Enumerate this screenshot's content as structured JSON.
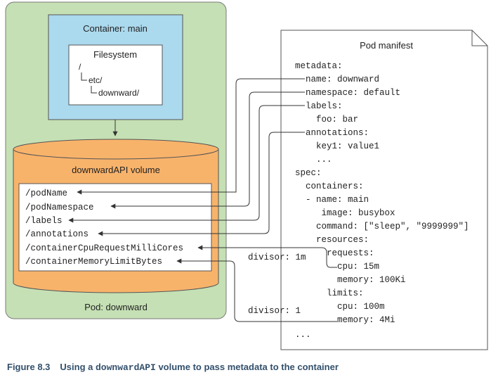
{
  "pod": {
    "label": "Pod: downward"
  },
  "container": {
    "label": "Container: main"
  },
  "filesystem": {
    "title": "Filesystem",
    "root": "/",
    "etc": "etc/",
    "downward": "downward/"
  },
  "volume": {
    "title": "downwardAPI volume",
    "files": [
      "/podName",
      "/podNamespace",
      "/labels",
      "/annotations",
      "/containerCpuRequestMilliCores",
      "/containerMemoryLimitBytes"
    ]
  },
  "divisors": {
    "cpu": "divisor: 1m",
    "memory": "divisor: 1"
  },
  "manifest": {
    "title": "Pod manifest",
    "lines": [
      "metadata:",
      "  name: downward",
      "  namespace: default",
      "  labels:",
      "    foo: bar",
      "  annotations:",
      "    key1: value1",
      "    ...",
      "spec:",
      "  containers:",
      "  - name: main",
      "     image: busybox",
      "    command: [\"sleep\", \"9999999\"]",
      "    resources:",
      "      requests:",
      "        cpu: 15m",
      "        memory: 100Ki",
      "      limits:",
      "        cpu: 100m",
      "        memory: 4Mi",
      "..."
    ]
  },
  "caption": {
    "number": "Figure 8.3",
    "text_before": "Using a ",
    "code": "downwardAPI",
    "text_after": " volume to pass metadata to the container"
  },
  "colors": {
    "pod_fill": "#c5e0b4",
    "container_fill": "#abd9ee",
    "volume_fill": "#f8b36b",
    "line": "#333333",
    "caption": "#33506b"
  }
}
